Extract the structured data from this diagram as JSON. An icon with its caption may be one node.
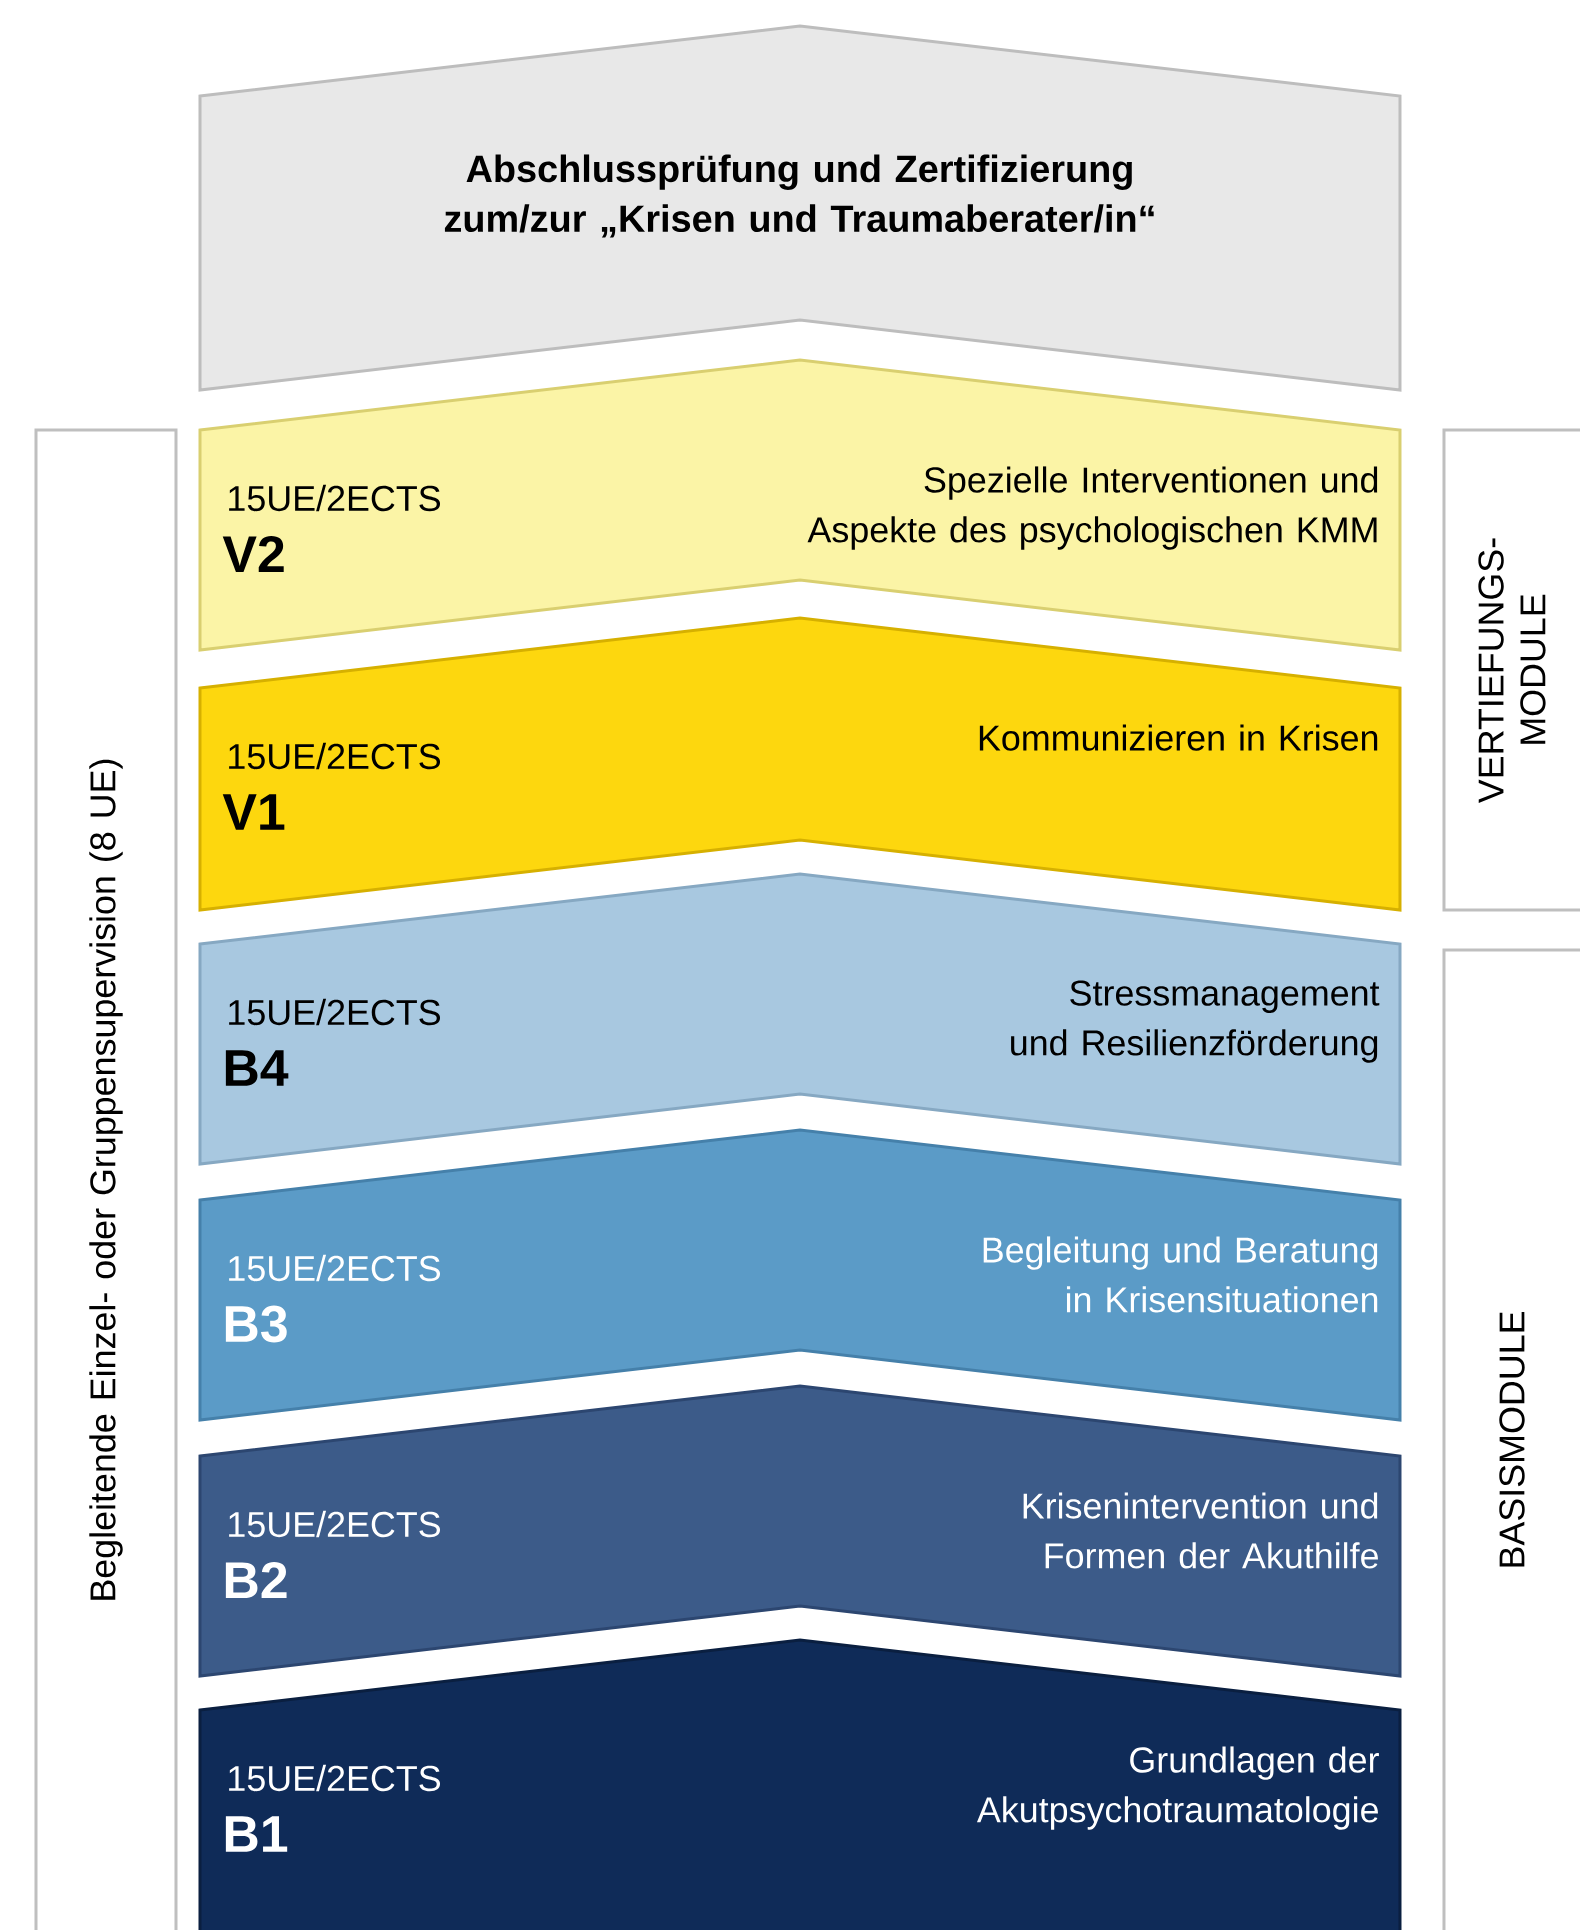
{
  "diagram": {
    "nodes": [
      {
        "text": [
          "Abschlussprüfung und Zertifizierung zum/zur „Krisen und Traumaberater/in“"
        ]
      },
      {
        "text": [
          "15UE/2ECTS",
          "V2",
          "Spezielle Interventionen und Aspekte des psychologischen KMM"
        ]
      },
      {
        "text": [
          "15UE/2ECTS",
          "V1",
          "Kommunizieren in Krisen"
        ]
      },
      {
        "text": [
          "15UE/2ECTS",
          "B4",
          "Stressmanagement und Resilienzförderung"
        ]
      },
      {
        "text": [
          "15UE/2ECTS",
          "B3",
          "Begleitung und Beratung in Krisensituationen"
        ]
      },
      {
        "text": [
          "15UE/2ECTS",
          "B2",
          "Krisenintervention und Formen der Akuthilfe"
        ]
      },
      {
        "text": [
          "15UE/2ECTS",
          "B1",
          "Grundlagen der Akutpsychotraumatologie"
        ]
      },
      {
        "text": [
          "Begleitende Einzel- oder Gruppensupervision (8 UE)"
        ]
      },
      {
        "text": [
          "VERTIEFUNGS- MODULE"
        ]
      },
      {
        "text": [
          "BASISMODULE"
        ]
      }
    ]
  }
}
